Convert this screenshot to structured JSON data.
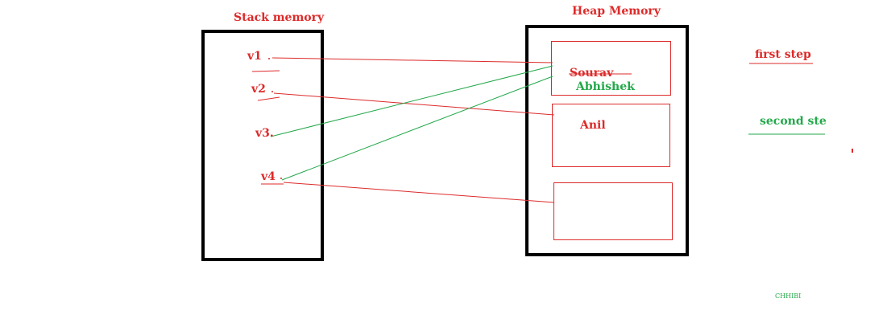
{
  "stack": {
    "title": "Stack memory",
    "vars": [
      {
        "label": "v1"
      },
      {
        "label": "v2"
      },
      {
        "label": "v3."
      },
      {
        "label": "v4"
      }
    ]
  },
  "heap": {
    "title": "Heap Memory",
    "objects": [
      {
        "old_value": "Sourav",
        "new_value": "Abhishek"
      },
      {
        "value": "Anil"
      },
      {
        "value": ""
      }
    ]
  },
  "legend": {
    "first_step": "first step",
    "second_step": "second ste"
  },
  "watermark": "CHHIBI",
  "colors": {
    "first_step": "#dd2a2a",
    "second_step": "#23a84a",
    "box_border": "#000000"
  }
}
